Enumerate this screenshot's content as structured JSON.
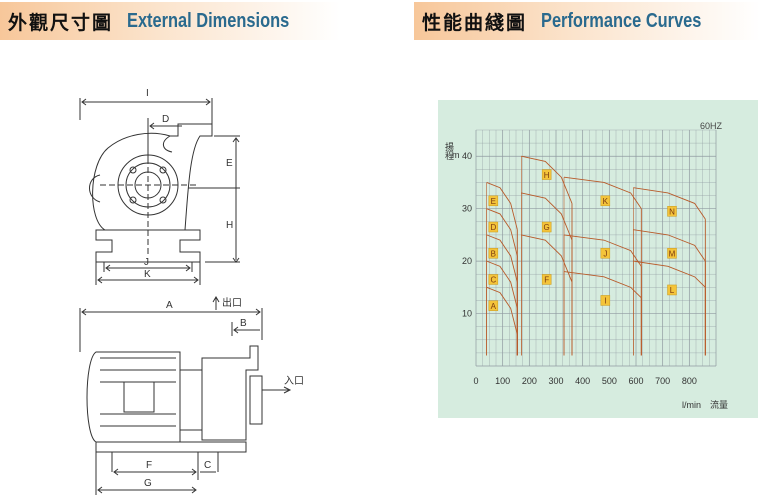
{
  "dimensions": {
    "title_cn": "外觀尺寸圖",
    "title_en": "External Dimensions",
    "labels": {
      "I": "I",
      "D": "D",
      "E": "E",
      "H": "H",
      "J": "J",
      "K": "K",
      "A": "A",
      "B": "B",
      "F": "F",
      "C": "C",
      "G": "G"
    },
    "outlet": "出口",
    "inlet": "入口"
  },
  "performance": {
    "title_cn": "性能曲綫圖",
    "title_en": "Performance Curves",
    "colors": {
      "panel": "#d6ecdf",
      "grid": "#8f9aa0",
      "curve": "#b85a2a",
      "badge": "#f4c43a"
    }
  },
  "chart_data": {
    "type": "line",
    "frequency": "60HZ",
    "ylabel_cn": "揚程",
    "ylabel_unit": "m",
    "xlabel_unit": "l/min",
    "xlabel_cn": "流量",
    "xlim": [
      0,
      900
    ],
    "ylim": [
      0,
      45
    ],
    "x_ticks": [
      "0",
      "100",
      "200",
      "300",
      "400",
      "500",
      "600",
      "700",
      "800"
    ],
    "y_ticks": [
      "10",
      "20",
      "30",
      "40"
    ],
    "series": [
      {
        "name": "A",
        "x": [
          40,
          90,
          130,
          155
        ],
        "y": [
          15,
          14,
          11,
          6
        ]
      },
      {
        "name": "C",
        "x": [
          40,
          90,
          130,
          155
        ],
        "y": [
          20,
          19,
          16,
          11
        ]
      },
      {
        "name": "B",
        "x": [
          40,
          90,
          130,
          155
        ],
        "y": [
          25,
          24,
          21,
          16
        ]
      },
      {
        "name": "D",
        "x": [
          40,
          90,
          130,
          155
        ],
        "y": [
          30,
          29,
          26,
          21
        ]
      },
      {
        "name": "E",
        "x": [
          40,
          90,
          130,
          155
        ],
        "y": [
          35,
          34,
          31,
          26
        ]
      },
      {
        "name": "F",
        "x": [
          170,
          260,
          320,
          360
        ],
        "y": [
          25,
          24,
          21,
          16
        ]
      },
      {
        "name": "G",
        "x": [
          170,
          260,
          320,
          360
        ],
        "y": [
          33,
          32,
          29,
          24
        ]
      },
      {
        "name": "H",
        "x": [
          170,
          260,
          320,
          360
        ],
        "y": [
          40,
          39,
          36,
          31
        ]
      },
      {
        "name": "I",
        "x": [
          330,
          480,
          580,
          620
        ],
        "y": [
          18,
          17,
          15,
          13
        ]
      },
      {
        "name": "J",
        "x": [
          330,
          480,
          580,
          620
        ],
        "y": [
          25,
          24,
          22,
          19
        ]
      },
      {
        "name": "K",
        "x": [
          330,
          480,
          580,
          620
        ],
        "y": [
          36,
          35,
          33,
          30
        ]
      },
      {
        "name": "L",
        "x": [
          590,
          720,
          820,
          860
        ],
        "y": [
          20,
          19,
          17,
          15
        ]
      },
      {
        "name": "M",
        "x": [
          590,
          720,
          820,
          860
        ],
        "y": [
          26,
          25,
          23,
          20
        ]
      },
      {
        "name": "N",
        "x": [
          590,
          720,
          820,
          860
        ],
        "y": [
          34,
          33,
          31,
          28
        ]
      }
    ],
    "badges": [
      {
        "label": "A",
        "x": 65,
        "y": 11.5
      },
      {
        "label": "C",
        "x": 65,
        "y": 16.5
      },
      {
        "label": "B",
        "x": 65,
        "y": 21.5
      },
      {
        "label": "D",
        "x": 65,
        "y": 26.5
      },
      {
        "label": "E",
        "x": 65,
        "y": 31.5
      },
      {
        "label": "F",
        "x": 265,
        "y": 16.5
      },
      {
        "label": "G",
        "x": 265,
        "y": 26.5
      },
      {
        "label": "H",
        "x": 265,
        "y": 36.5
      },
      {
        "label": "I",
        "x": 485,
        "y": 12.5
      },
      {
        "label": "J",
        "x": 485,
        "y": 21.5
      },
      {
        "label": "K",
        "x": 485,
        "y": 31.5
      },
      {
        "label": "L",
        "x": 735,
        "y": 14.5
      },
      {
        "label": "M",
        "x": 735,
        "y": 21.5
      },
      {
        "label": "N",
        "x": 735,
        "y": 29.5
      }
    ]
  }
}
